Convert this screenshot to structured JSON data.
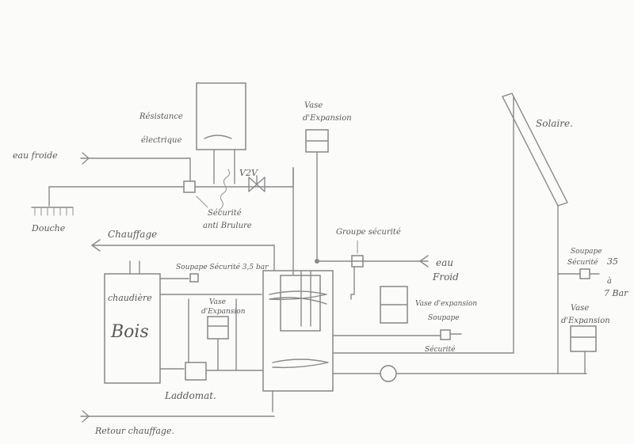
{
  "labels": {
    "resistance": "Résistance",
    "electrique": "électrique",
    "eau_froide": "eau froide",
    "douche": "Douche",
    "v2v": "V2V",
    "securite_anti": "Sécurité",
    "anti_brulure": "anti Brulure",
    "vase_exp_top_1": "Vase",
    "vase_exp_top_2": "d'Expansion",
    "solaire": "Solaire.",
    "chauffage": "Chauffage",
    "groupe_securite": "Groupe sécurité",
    "eau_froid_1": "eau",
    "eau_froid_2": "Froid",
    "soupape_35": "Soupape Sécurité 3,5 bar",
    "soupape_right_1": "Soupape",
    "soupape_right_2": "Sécurité",
    "soupape_right_3": "35",
    "soupape_right_4": "à",
    "soupape_right_5": "7 Bar",
    "vase_right_1": "Vase",
    "vase_right_2": "d'Expansion",
    "chaudiere": "chaudière",
    "bois": "Bois",
    "vase_small_1": "Vase",
    "vase_small_2": "d'Expansion",
    "vase_mid": "Vase d'expansion",
    "soupape_mid": "Soupape",
    "securite_mid": "Sécurité",
    "laddomat": "Laddomat.",
    "retour_chauffage": "Retour chauffage."
  }
}
